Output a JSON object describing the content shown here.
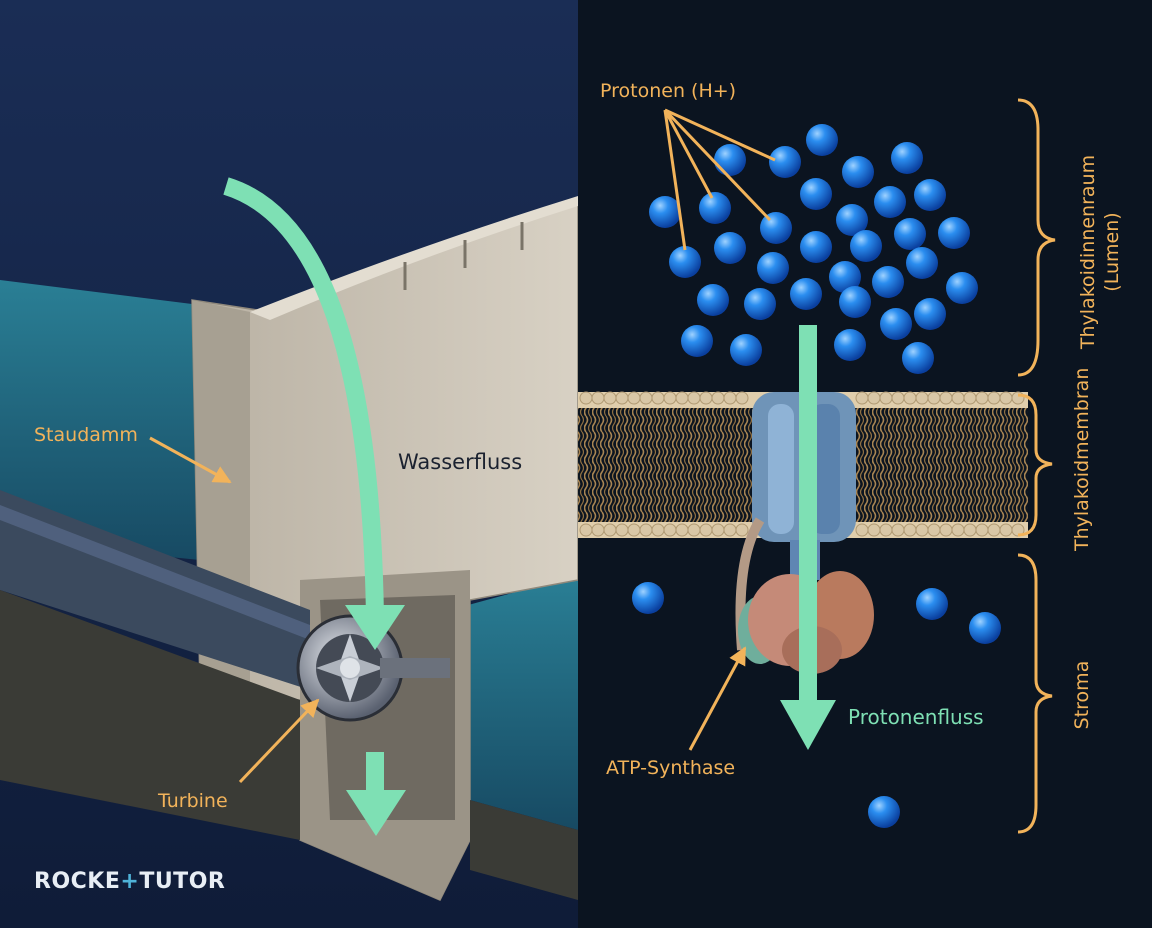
{
  "labels": {
    "dam": "Staudamm",
    "water_flow": "Wasserfluss",
    "turbine": "Turbine",
    "protons": "Protonen (H+)",
    "proton_flow": "Protonenfluss",
    "atp_synthase": "ATP-Synthase",
    "lumen_line1": "Thylakoidinnenraum",
    "lumen_line2": "(Lumen)",
    "membrane": "Thylakoidmembran",
    "stroma": "Stroma"
  },
  "logo": {
    "part1": "ROCKE",
    "plus": "+",
    "part2": "TUTOR"
  },
  "colors": {
    "left_background": "#14264a",
    "right_background": "#0b1420",
    "concrete": "#c9c1b3",
    "water": "#1f6f86",
    "arrow": "#7ee0b4",
    "label": "#f2b35a",
    "proton": "#1a7ee6",
    "membrane_head": "#d9c7a6",
    "membrane_tail": "#a88553"
  },
  "icons": [
    "dam",
    "turbine",
    "proton-sphere",
    "atp-synthase",
    "brace"
  ]
}
